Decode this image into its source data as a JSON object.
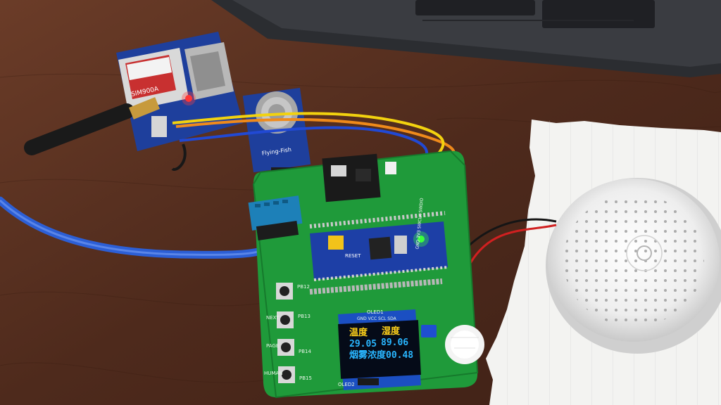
{
  "oled": {
    "header_label": "OLED1",
    "pin_label": "GND VCC SCL SDA",
    "temp_label": "温度",
    "humidity_label": "湿度",
    "temp_value": "29.05",
    "humidity_value": "89.06",
    "smoke_label_value": "烟雾浓度00.48"
  },
  "gsm_module": {
    "chip_text": "SIM900A"
  },
  "gas_sensor": {
    "brand_text": "Flying-Fish"
  },
  "board_silkscreen": {
    "buttons": [
      "PB12",
      "PB13",
      "PB14",
      "PB15"
    ],
    "side_labels": [
      "NEXT",
      "PAGE",
      "HUMAN"
    ],
    "reset_label": "RESET",
    "power_label": "GND 3V3 SWCLK SWDIO",
    "oled_side": "OLED2"
  },
  "colors": {
    "pcb": "#1f9a3a",
    "oled_yellow": "#ffd21a",
    "oled_blue": "#29b6ff",
    "usb_cable": "#2c5fd6",
    "stm32_board": "#1d3fa6"
  }
}
